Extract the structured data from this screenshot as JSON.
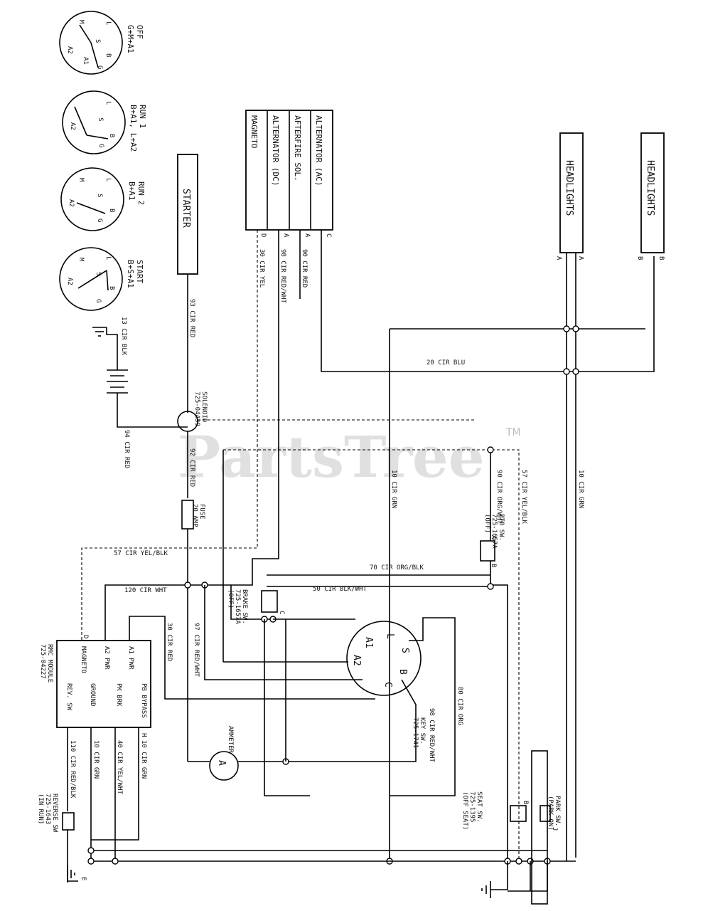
{
  "watermark": {
    "brand": "PartsTree",
    "tm": "TM"
  },
  "ignition_positions": [
    {
      "title": "OFF",
      "circuit": "G+M+A1"
    },
    {
      "title": "RUN 1",
      "circuit": "B+A1, L+A2"
    },
    {
      "title": "RUN 2",
      "circuit": "B+A1"
    },
    {
      "title": "START",
      "circuit": "B+S+A1"
    }
  ],
  "terminals": {
    "L": "L",
    "S": "S",
    "B": "B",
    "G": "G",
    "M": "M",
    "A1": "A1",
    "A2": "A2",
    "A": "A",
    "C": "C",
    "D": "D",
    "E": "E",
    "H": "H",
    "J": "J"
  },
  "components": {
    "starter": "STARTER",
    "solenoid": "SOLENOID\n725-04439",
    "fuse": "FUSE\n20 AMP",
    "alternator_box": [
      "ALTERNATOR (AC)",
      "AFTERFIRE SOL.",
      "ALTERNATOR (DC)",
      "MAGNETO"
    ],
    "headlights_1": "HEADLIGHTS",
    "headlights_2": "HEADLIGHTS",
    "pto_switch": "PTO SW.\n725-1657A\n(OFF)",
    "brake_switch": "BRAKE SW.\n725-1657A\n(OFF)",
    "key_switch": "KEY SW.\n725-1741",
    "ammeter": "AMMETER",
    "ammeter_symbol": "A",
    "rmc_module": "RMC MODULE\n725-04227",
    "module_pins": [
      "A1 PWR",
      "A2 PWR",
      "MAGNETO",
      "PB BYPASS",
      "PK BRK",
      "GROUND",
      "REV. SW"
    ],
    "reverse_switch": "REVERSE SW\n725-1643\n(IN RUN)",
    "seat_switch": "SEAT SW.\n725-1395\n(OFF SEAT)",
    "park_switch": "PARK SW.\n(PARK ON)"
  },
  "wires": [
    "13 CIR BLK",
    "93 CIR RED",
    "94 CIR RED",
    "92 CIR RED",
    "90 CIR RED",
    "98 CIR RED/WHT",
    "30 CIR YEL",
    "20 CIR BLU",
    "10 CIR GRN",
    "10 CIR GRN",
    "57 CIR YEL/BLK",
    "57 CIR YEL/BLK",
    "90 CIR ORG/WHT",
    "70 CIR ORG/BLK",
    "50 CIR BLK/WHT",
    "120 CIR WHT",
    "30 CIR RED",
    "97 CIR RED/WHT",
    "98 CIR RED/WHT",
    "80 CIR ORG",
    "10 CIR GRN",
    "40 CIR YEL/WHT",
    "10 CIR GRN",
    "110 CIR RED/BLK"
  ]
}
